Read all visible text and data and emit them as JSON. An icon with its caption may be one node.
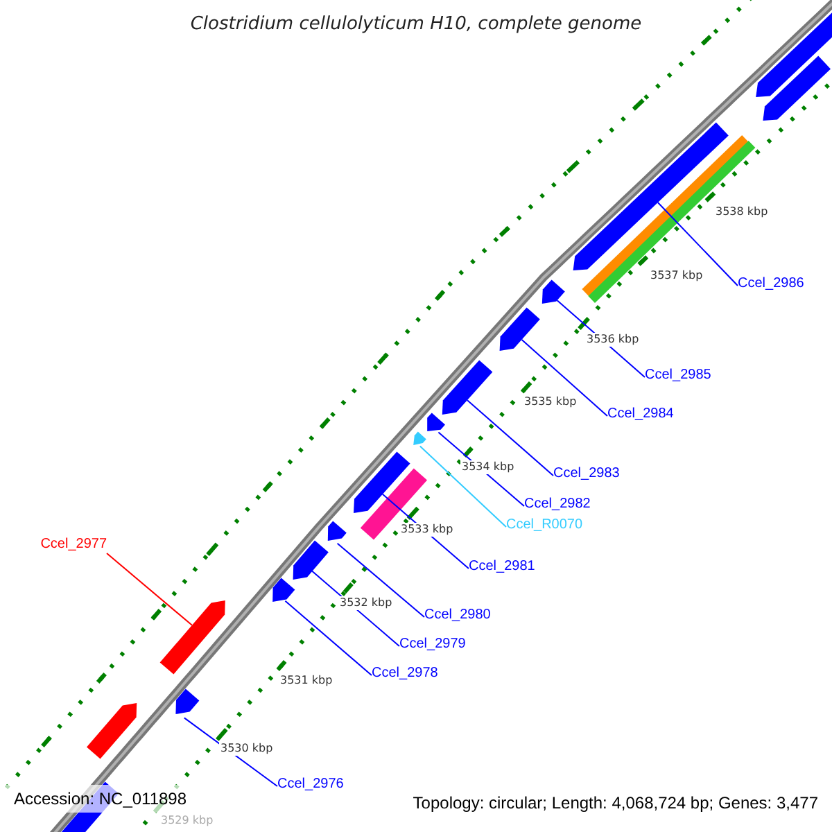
{
  "diagram": {
    "title": "Clostridium cellulolyticum H10, complete genome",
    "nodes": [
      {
        "text": [
          "Ccel_2986"
        ]
      },
      {
        "text": [
          "Ccel_2985"
        ]
      },
      {
        "text": [
          "Ccel_2984"
        ]
      },
      {
        "text": [
          "Ccel_2983"
        ]
      },
      {
        "text": [
          "Ccel_2982"
        ]
      },
      {
        "text": [
          "Ccel_R0070"
        ]
      },
      {
        "text": [
          "Ccel_2977"
        ]
      },
      {
        "text": [
          "Ccel_2981"
        ]
      },
      {
        "text": [
          "Ccel_2980"
        ]
      },
      {
        "text": [
          "Ccel_2979"
        ]
      },
      {
        "text": [
          "Ccel_2978"
        ]
      },
      {
        "text": [
          "Ccel_2976"
        ]
      },
      {
        "text": [],
        "shape": "arrow"
      },
      {
        "text": [],
        "shape": "arrow"
      },
      {
        "text": [],
        "shape": "arrow"
      },
      {
        "text": [],
        "shape": "arrow"
      },
      {
        "text": [],
        "shape": "arrow"
      },
      {
        "text": [],
        "shape": "arrow"
      },
      {
        "text": [],
        "shape": "arrow"
      },
      {
        "text": [],
        "shape": "arrow"
      },
      {
        "text": [],
        "shape": "arrow"
      },
      {
        "text": [],
        "shape": "arrow"
      },
      {
        "text": [],
        "shape": "arrow"
      },
      {
        "text": [],
        "shape": "arrow"
      },
      {
        "text": [],
        "shape": "arrow"
      },
      {
        "text": [],
        "shape": "arrow"
      },
      {
        "text": [],
        "shape": "arrow"
      },
      {
        "text": [],
        "shape": "bar"
      },
      {
        "text": [],
        "shape": "bar"
      },
      {
        "text": [],
        "shape": "bar"
      },
      {
        "text": [],
        "shape": "arrow"
      }
    ],
    "edges": [
      {
        "from": 0,
        "to": 12,
        "arrow": "none"
      },
      {
        "from": 1,
        "to": 13,
        "arrow": "none"
      },
      {
        "from": 2,
        "to": 14,
        "arrow": "none"
      },
      {
        "from": 3,
        "to": 15,
        "arrow": "none"
      },
      {
        "from": 4,
        "to": 16,
        "arrow": "none"
      },
      {
        "from": 5,
        "to": 17,
        "arrow": "none",
        "color": "#33ccff"
      },
      {
        "from": 6,
        "to": 22,
        "arrow": "none",
        "color": "#ff0000"
      },
      {
        "from": 7,
        "to": 18,
        "arrow": "none"
      },
      {
        "from": 8,
        "to": 19,
        "arrow": "none"
      },
      {
        "from": 9,
        "to": 20,
        "arrow": "none"
      },
      {
        "from": 10,
        "to": 21,
        "arrow": "none"
      },
      {
        "from": 11,
        "to": 23,
        "arrow": "none"
      }
    ],
    "labels": [
      "3538 kbp",
      "3537 kbp",
      "3536 kbp",
      "3535 kbp",
      "3534 kbp",
      "3533 kbp",
      "3532 kbp",
      "3531 kbp",
      "3530 kbp",
      "3529 kbp",
      "Accession: NC_011898",
      "Topology: circular; Length: 4,068,724 bp; Genes: 3,477"
    ]
  }
}
